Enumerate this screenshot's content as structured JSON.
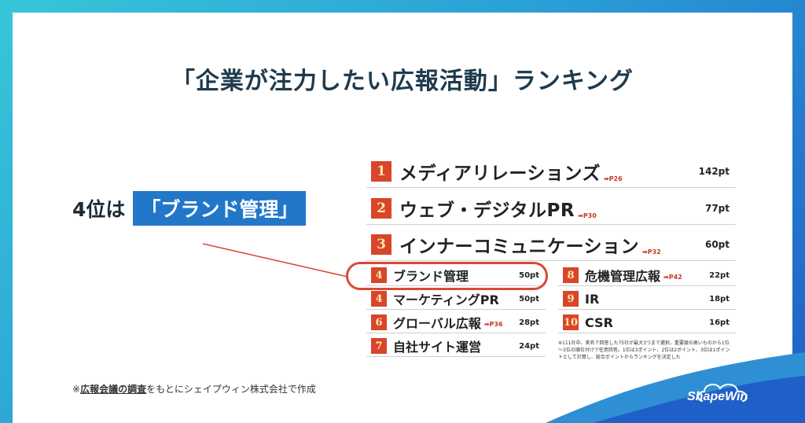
{
  "title": "「企業が注力したい広報活動」ランキング",
  "callout": {
    "prefix": "4位は",
    "highlight": "「ブランド管理」"
  },
  "ranking": {
    "top": [
      {
        "rank": "1",
        "name": "メディアリレーションズ",
        "ref": "➡P26",
        "points": "142pt"
      },
      {
        "rank": "2",
        "name": "ウェブ・デジタルPR",
        "ref": "➡P30",
        "points": "77pt"
      },
      {
        "rank": "3",
        "name": "インナーコミュニケーション",
        "ref": "➡P32",
        "points": "60pt"
      }
    ],
    "left": [
      {
        "rank": "4",
        "name": "ブランド管理",
        "ref": "",
        "points": "50pt"
      },
      {
        "rank": "4",
        "name": "マーケティングPR",
        "ref": "",
        "points": "50pt"
      },
      {
        "rank": "6",
        "name": "グローバル広報",
        "ref": "➡P36",
        "points": "28pt"
      },
      {
        "rank": "7",
        "name": "自社サイト運営",
        "ref": "",
        "points": "24pt"
      }
    ],
    "right": [
      {
        "rank": "8",
        "name": "危機管理広報",
        "ref": "➡P42",
        "points": "22pt"
      },
      {
        "rank": "9",
        "name": "IR",
        "ref": "",
        "points": "18pt"
      },
      {
        "rank": "10",
        "name": "CSR",
        "ref": "",
        "points": "16pt"
      }
    ],
    "note": "※111社中、実名で回答した75社が最大3つまで選択。重要度の高いものから1位～3位の順位付けで任意回答。1位は3ポイント、2位は2ポイント、3位は1ポイントとして計算し、総合ポイントからランキングを決定した"
  },
  "footnote": {
    "prefix": "※",
    "source": "広報会議の調査",
    "rest": "をもとにシェイプウィン株式会社で作成"
  },
  "logo": "ShapeWin",
  "colors": {
    "accent_blue": "#2277c9",
    "rank_red": "#d8452b",
    "title": "#1f3a4d"
  }
}
